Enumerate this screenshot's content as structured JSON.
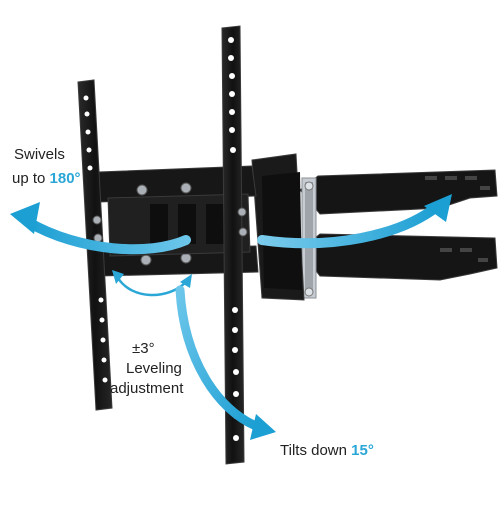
{
  "labels": {
    "swivel_line1": "Swivels",
    "swivel_line2_prefix": "up to ",
    "swivel_value": "180°",
    "level_value": "±3°",
    "level_line1": "Leveling",
    "level_line2": "adjustment",
    "tilt_prefix": "Tilts down ",
    "tilt_value": "15°"
  },
  "colors": {
    "accent": "#2aa7d6",
    "metal": "#161616",
    "metal_edge": "#3a3a3a",
    "hardware": "#9ea4aa",
    "text": "#222222"
  },
  "feature_values": {
    "swivel_degrees": 180,
    "leveling_degrees": 3,
    "tilt_degrees": 15
  }
}
